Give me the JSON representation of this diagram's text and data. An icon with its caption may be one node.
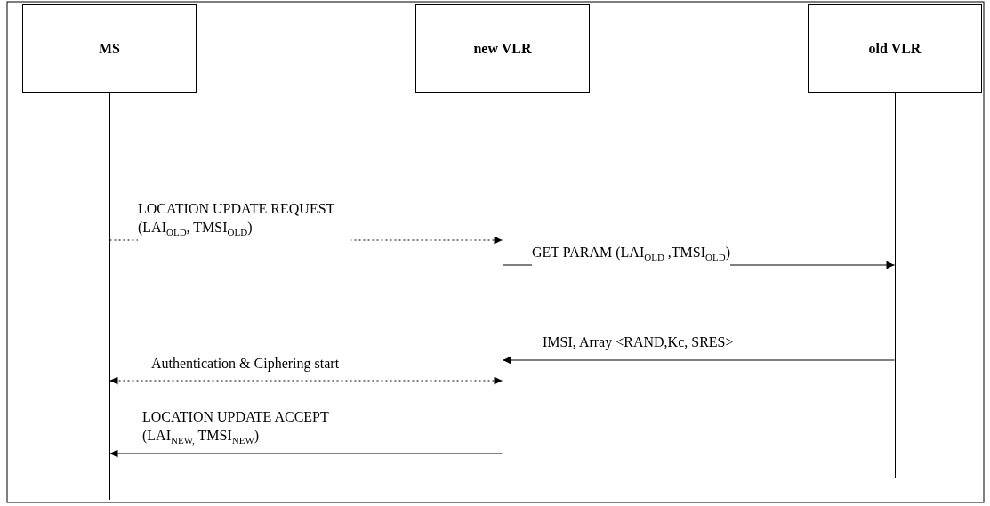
{
  "diagram": {
    "nodes": [
      {
        "text": [
          "MS"
        ]
      },
      {
        "text": [
          "new VLR"
        ]
      },
      {
        "text": [
          "old VLR"
        ]
      }
    ],
    "edges": [
      {
        "from": 0,
        "to": 1,
        "arrow": "to",
        "style": "dashed",
        "label": "LOCATION UPDATE REQUEST (LAI$_{OLD}$, TMSI$_{OLD}$)"
      },
      {
        "from": 1,
        "to": 2,
        "arrow": "to",
        "label": "GET PARAM (LAI$_{OLD}$ ,TMSI$_{OLD}$)"
      },
      {
        "from": 2,
        "to": 1,
        "arrow": "to",
        "label": "IMSI, Array <RAND,Kc, SRES>"
      },
      {
        "from": 0,
        "to": 1,
        "arrow": "both",
        "style": "dashed",
        "label": "Authentication & Ciphering start"
      },
      {
        "from": 1,
        "to": 0,
        "arrow": "to",
        "label": "LOCATION UPDATE ACCEPT (LAI$_{NEW,}$ TMSI$_{NEW}$)"
      }
    ]
  }
}
